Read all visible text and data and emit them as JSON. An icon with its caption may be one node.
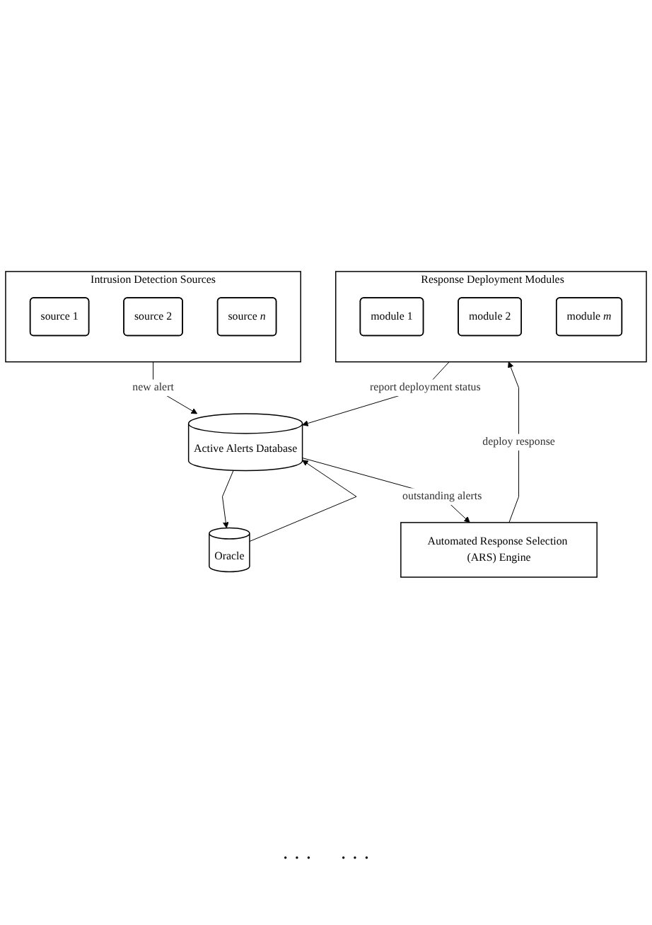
{
  "diagram": {
    "nodes": [
      {
        "text": [
          "Intrusion Detection Sources"
        ]
      },
      {
        "text": [
          "source 1"
        ],
        "in": 0
      },
      {
        "text": [
          "source 2"
        ],
        "in": 0
      },
      {
        "text": [
          "source *n*"
        ],
        "in": 0
      },
      {
        "text": [
          "Active Alerts Database"
        ]
      },
      {
        "text": [
          "Oracle"
        ]
      },
      {
        "text": [
          "Automated Response Selection (ARS) Engine"
        ]
      },
      {
        "text": [
          "Response Deployment Modules"
        ]
      },
      {
        "text": [
          "module 1"
        ],
        "in": 7
      },
      {
        "text": [
          "module 2"
        ],
        "in": 7
      },
      {
        "text": [
          "module *m*"
        ],
        "in": 7
      }
    ],
    "edges": [
      {
        "from": 0,
        "to": 4,
        "arrow": "to",
        "label": "new alert"
      },
      {
        "from": 4,
        "to": 5,
        "arrow": "to"
      },
      {
        "from": 5,
        "to": 4,
        "arrow": "to"
      },
      {
        "from": 4,
        "to": 6,
        "arrow": "to",
        "label": "outstanding alerts"
      },
      {
        "from": 6,
        "to": 7,
        "arrow": "to",
        "label": "deploy response"
      },
      {
        "from": 7,
        "to": 4,
        "arrow": "to",
        "label": "report deployment status"
      }
    ],
    "labels": [
      "· · ·",
      "· · ·"
    ]
  }
}
